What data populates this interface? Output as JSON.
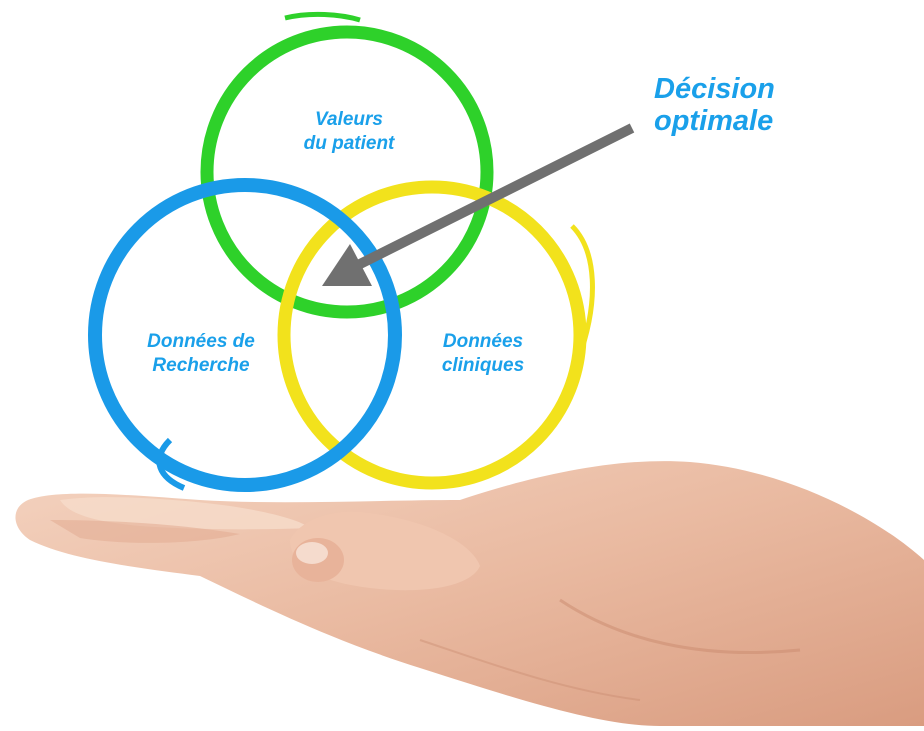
{
  "diagram": {
    "circles": [
      {
        "id": "patient-values",
        "line1": "Valeurs",
        "line2": "du patient",
        "color": "#2ed12a"
      },
      {
        "id": "research-data",
        "line1": "Données de",
        "line2": "Recherche",
        "color": "#1a9ae8"
      },
      {
        "id": "clinical-data",
        "line1": "Données",
        "line2": "cliniques",
        "color": "#f2e21c"
      }
    ],
    "label_color": "#1aa0ea",
    "callout": {
      "line1": "Décision",
      "line2": "optimale",
      "color": "#1aa0ea"
    },
    "arrow_color": "#707070"
  },
  "image": {
    "subject": "open-palm-hand"
  }
}
